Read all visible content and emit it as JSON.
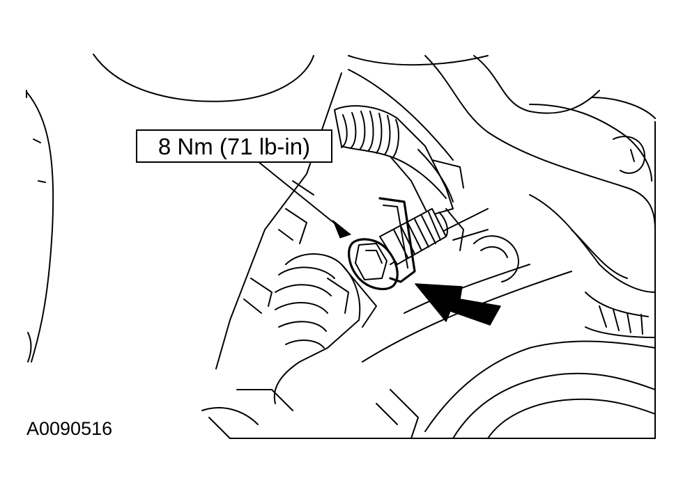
{
  "illustration": {
    "subject": "engine-component-fastener-detail"
  },
  "callout": {
    "torque_label": "8 Nm (71 lb-in)"
  },
  "figure": {
    "id": "A0090516"
  },
  "colors": {
    "line": "#000000",
    "background": "#ffffff"
  },
  "icons": [
    "leader-arrow-icon",
    "direction-arrow-icon"
  ]
}
